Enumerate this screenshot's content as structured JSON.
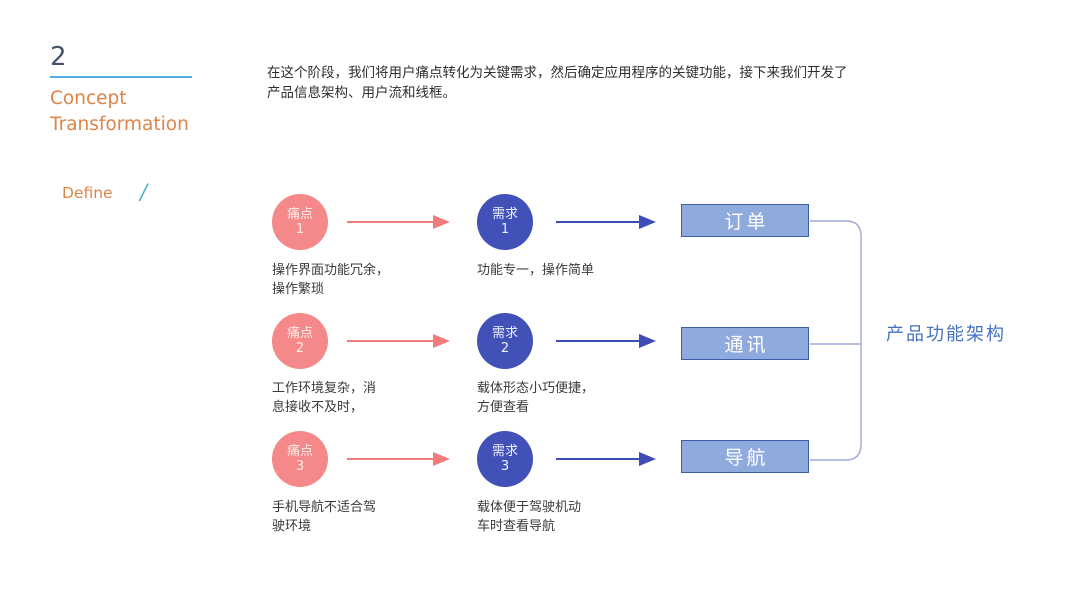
{
  "slide": {
    "step_number": "2",
    "title_lines": [
      "Concept",
      "Transformation"
    ],
    "phase": {
      "label": "Define",
      "slash": "/"
    },
    "description": "在这个阶段，我们将用户痛点转化为关键需求，然后确定应用程序的关键功能，接下来我们开发了产品信息架构、用户流和线框。"
  },
  "diagram": {
    "rows": [
      {
        "pain_label": "痛点",
        "pain_number": "1",
        "pain_caption_lines": [
          "操作界面功能冗余，",
          "操作繁琐"
        ],
        "need_label": "需求",
        "need_number": "1",
        "need_caption_lines": [
          "功能专一，操作简单",
          ""
        ],
        "feature_label": "订单"
      },
      {
        "pain_label": "痛点",
        "pain_number": "2",
        "pain_caption_lines": [
          "工作环境复杂，消",
          "息接收不及时，"
        ],
        "need_label": "需求",
        "need_number": "2",
        "need_caption_lines": [
          "载体形态小巧便捷，",
          "方便查看"
        ],
        "feature_label": "通讯"
      },
      {
        "pain_label": "痛点",
        "pain_number": "3",
        "pain_caption_lines": [
          "手机导航不适合驾",
          "驶环境"
        ],
        "need_label": "需求",
        "need_number": "3",
        "need_caption_lines": [
          "载体便于驾驶机动",
          "车时查看导航"
        ],
        "feature_label": "导航"
      }
    ],
    "result_label": "产品功能架构"
  },
  "colors": {
    "pain_circle": "#F58989",
    "pain_arrow": "#F07C7C",
    "need_circle": "#4151B8",
    "need_arrow": "#3E4DB5",
    "feature_fill": "#8FAADC",
    "feature_border": "#3D5DA9",
    "bracket": "#9FA8DA",
    "accent_orange": "#DD8446",
    "accent_blue": "#4472C4",
    "step_color": "#44546A",
    "underline": "#4FAEDC"
  }
}
